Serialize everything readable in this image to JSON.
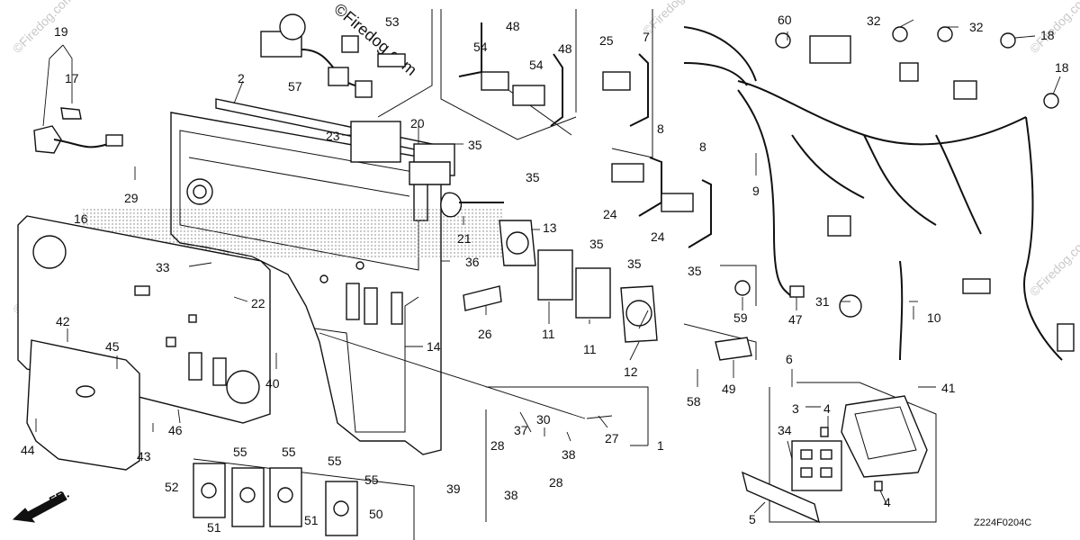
{
  "diagram": {
    "drawing_code": "Z224F0204C",
    "watermark_text": "©Firedog.com",
    "front_indicator": "FR.",
    "callouts": [
      {
        "id": "c1",
        "label": "1"
      },
      {
        "id": "c2",
        "label": "2"
      },
      {
        "id": "c3",
        "label": "3"
      },
      {
        "id": "c4a",
        "label": "4"
      },
      {
        "id": "c4b",
        "label": "4"
      },
      {
        "id": "c5",
        "label": "5"
      },
      {
        "id": "c6",
        "label": "6"
      },
      {
        "id": "c7",
        "label": "7"
      },
      {
        "id": "c8a",
        "label": "8"
      },
      {
        "id": "c8b",
        "label": "8"
      },
      {
        "id": "c9",
        "label": "9"
      },
      {
        "id": "c10",
        "label": "10"
      },
      {
        "id": "c11a",
        "label": "11"
      },
      {
        "id": "c11b",
        "label": "11"
      },
      {
        "id": "c12",
        "label": "12"
      },
      {
        "id": "c13",
        "label": "13"
      },
      {
        "id": "c14",
        "label": "14"
      },
      {
        "id": "c16",
        "label": "16"
      },
      {
        "id": "c17",
        "label": "17"
      },
      {
        "id": "c18a",
        "label": "18"
      },
      {
        "id": "c18b",
        "label": "18"
      },
      {
        "id": "c19",
        "label": "19"
      },
      {
        "id": "c20",
        "label": "20"
      },
      {
        "id": "c21",
        "label": "21"
      },
      {
        "id": "c22",
        "label": "22"
      },
      {
        "id": "c23",
        "label": "23"
      },
      {
        "id": "c24a",
        "label": "24"
      },
      {
        "id": "c24b",
        "label": "24"
      },
      {
        "id": "c25",
        "label": "25"
      },
      {
        "id": "c26",
        "label": "26"
      },
      {
        "id": "c27",
        "label": "27"
      },
      {
        "id": "c28a",
        "label": "28"
      },
      {
        "id": "c28b",
        "label": "28"
      },
      {
        "id": "c29",
        "label": "29"
      },
      {
        "id": "c30",
        "label": "30"
      },
      {
        "id": "c31",
        "label": "31"
      },
      {
        "id": "c32a",
        "label": "32"
      },
      {
        "id": "c32b",
        "label": "32"
      },
      {
        "id": "c33",
        "label": "33"
      },
      {
        "id": "c34",
        "label": "34"
      },
      {
        "id": "c35a",
        "label": "35"
      },
      {
        "id": "c35b",
        "label": "35"
      },
      {
        "id": "c35c",
        "label": "35"
      },
      {
        "id": "c35d",
        "label": "35"
      },
      {
        "id": "c35e",
        "label": "35"
      },
      {
        "id": "c36",
        "label": "36"
      },
      {
        "id": "c37",
        "label": "37"
      },
      {
        "id": "c38a",
        "label": "38"
      },
      {
        "id": "c38b",
        "label": "38"
      },
      {
        "id": "c39",
        "label": "39"
      },
      {
        "id": "c40",
        "label": "40"
      },
      {
        "id": "c41",
        "label": "41"
      },
      {
        "id": "c42",
        "label": "42"
      },
      {
        "id": "c43",
        "label": "43"
      },
      {
        "id": "c44",
        "label": "44"
      },
      {
        "id": "c45",
        "label": "45"
      },
      {
        "id": "c46",
        "label": "46"
      },
      {
        "id": "c47",
        "label": "47"
      },
      {
        "id": "c48a",
        "label": "48"
      },
      {
        "id": "c48b",
        "label": "48"
      },
      {
        "id": "c49",
        "label": "49"
      },
      {
        "id": "c50",
        "label": "50"
      },
      {
        "id": "c51a",
        "label": "51"
      },
      {
        "id": "c51b",
        "label": "51"
      },
      {
        "id": "c52",
        "label": "52"
      },
      {
        "id": "c53",
        "label": "53"
      },
      {
        "id": "c54a",
        "label": "54"
      },
      {
        "id": "c54b",
        "label": "54"
      },
      {
        "id": "c55a",
        "label": "55"
      },
      {
        "id": "c55b",
        "label": "55"
      },
      {
        "id": "c55c",
        "label": "55"
      },
      {
        "id": "c55d",
        "label": "55"
      },
      {
        "id": "c57",
        "label": "57"
      },
      {
        "id": "c58",
        "label": "58"
      },
      {
        "id": "c59",
        "label": "59"
      },
      {
        "id": "c60",
        "label": "60"
      }
    ]
  }
}
